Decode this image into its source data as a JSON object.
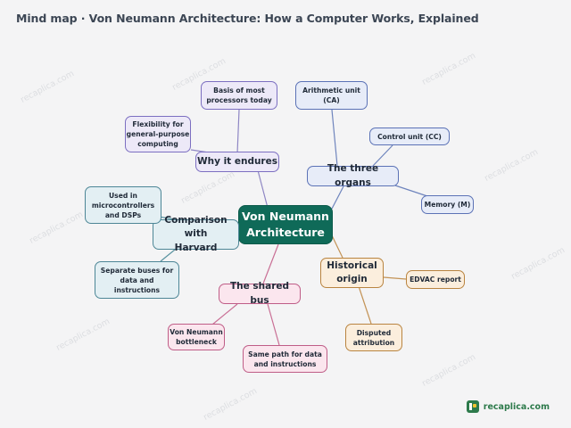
{
  "title": "Mind map · Von Neumann Architecture: How a Computer Works, Explained",
  "watermark": "recaplica.com",
  "brand": {
    "name": "recaplica.com",
    "icon": "recaplica-logo-icon"
  },
  "center": "Von Neumann\nArchitecture",
  "branches": {
    "why": {
      "label": "Why it endures",
      "leaves": [
        "Basis of most\nprocessors today",
        "Flexibility for\ngeneral-purpose\ncomputing"
      ]
    },
    "organs": {
      "label": "The three organs",
      "leaves": [
        "Arithmetic unit\n(CA)",
        "Control unit (CC)",
        "Memory (M)"
      ]
    },
    "harvard": {
      "label": "Comparison with\nHarvard",
      "leaves": [
        "Used in\nmicrocontrollers\nand DSPs",
        "Separate buses for\ndata and\ninstructions"
      ]
    },
    "bus": {
      "label": "The shared bus",
      "leaves": [
        "Von Neumann\nbottleneck",
        "Same path for data\nand instructions"
      ]
    },
    "history": {
      "label": "Historical\norigin",
      "leaves": [
        "EDVAC report",
        "Disputed\nattribution"
      ]
    }
  },
  "colors": {
    "center": "#0f6a58",
    "why": {
      "fill": "#ede9f8",
      "stroke": "#7c6fc1"
    },
    "organs": {
      "fill": "#e7ecf8",
      "stroke": "#5b72b6"
    },
    "harvard": {
      "fill": "#e3eff3",
      "stroke": "#4d8696"
    },
    "bus": {
      "fill": "#fbe6ee",
      "stroke": "#bf5d87"
    },
    "history": {
      "fill": "#fbeedd",
      "stroke": "#b98440"
    }
  }
}
